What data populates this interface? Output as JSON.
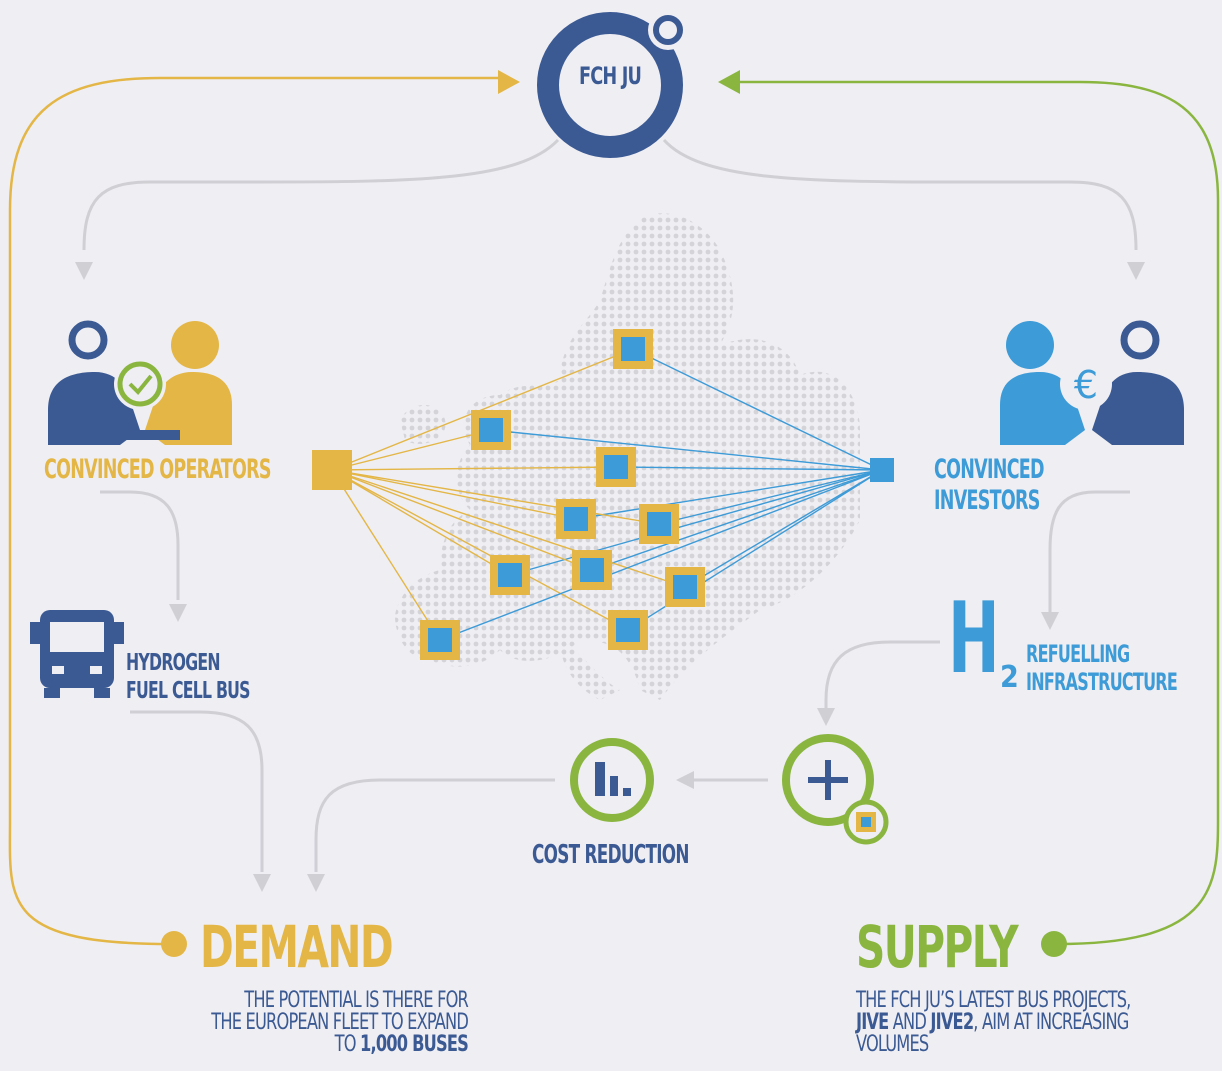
{
  "hub": {
    "label": "FCH JU"
  },
  "operators": {
    "label": "CONVINCED OPERATORS"
  },
  "investors": {
    "label": "CONVINCED INVESTORS"
  },
  "bus": {
    "line1": "HYDROGEN",
    "line2": "FUEL CELL BUS"
  },
  "refuelling": {
    "symbol": "H",
    "subscript": "2",
    "line1": "REFUELLING",
    "line2": "INFRASTRUCTURE"
  },
  "cost": {
    "label": "COST REDUCTION"
  },
  "demand": {
    "title": "DEMAND",
    "line1": "THE POTENTIAL IS THERE FOR",
    "line2": "THE EUROPEAN FLEET TO EXPAND",
    "line3_prefix": "TO ",
    "line3_bold": "1,000 BUSES"
  },
  "supply": {
    "title": "SUPPLY",
    "line1": "THE FCH JU’S LATEST BUS PROJECTS,",
    "line2_bold1": "JIVE",
    "line2_mid": " AND ",
    "line2_bold2": "JIVE2",
    "line2_suffix": ", AIM AT INCREASING",
    "line3": "VOLUMES"
  },
  "colors": {
    "navy": "#3b5a93",
    "gold": "#e3b646",
    "blue": "#3d9bd7",
    "green": "#8ab640",
    "grey": "#cfcfd4",
    "background": "#efeef3"
  },
  "icons": [
    "fch-ju-logo-icon",
    "handshake-check-icon",
    "handshake-euro-icon",
    "bus-icon",
    "h2-icon",
    "plus-circle-icon",
    "bar-chart-circle-icon",
    "europe-map-icon"
  ]
}
